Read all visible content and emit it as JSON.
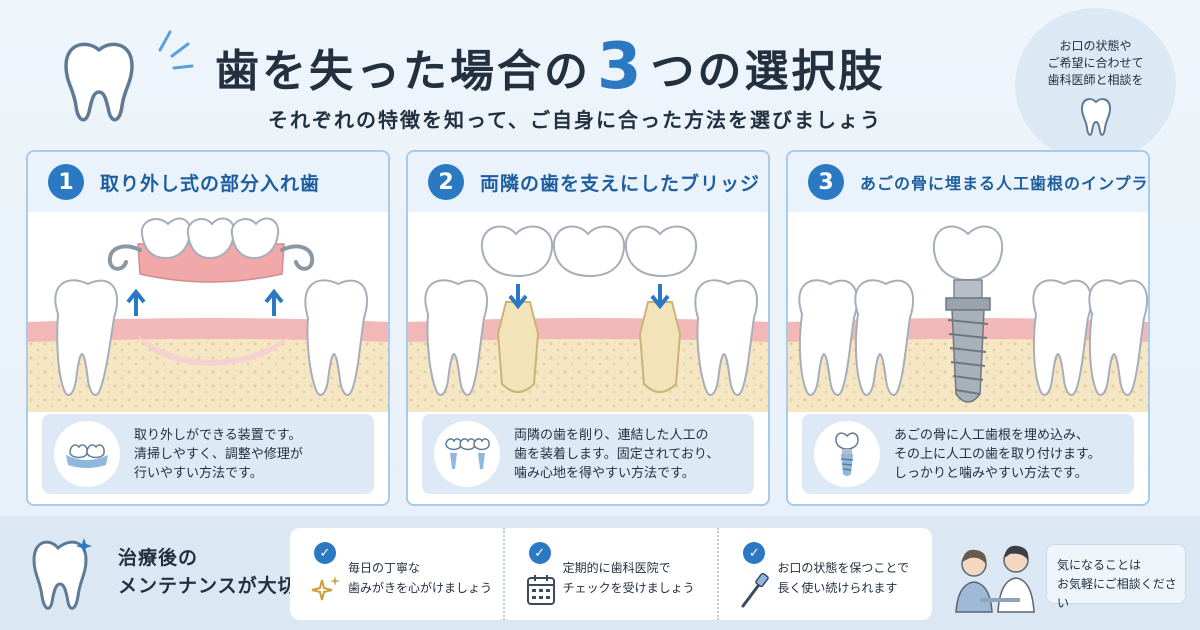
{
  "header": {
    "title_pre": "歯を失った場合の",
    "title_num": "3",
    "title_post": "つの選択肢",
    "subtitle": "それぞれの特徴を知って、ご自身に合った方法を選びましょう",
    "tooth_icon": "tooth-icon"
  },
  "bubble": {
    "line1": "お口の状態や",
    "line2": "ご希望に合わせて",
    "line3": "歯科医師と相談を"
  },
  "panels": [
    {
      "num": "1",
      "title": "取り外し式の部分入れ歯",
      "lines": [
        "取り外しができる装置です。",
        "清掃しやすく、調整や修理が",
        "行いやすい方法です。"
      ],
      "icon": "partial-denture-icon"
    },
    {
      "num": "2",
      "title": "両隣の歯を支えにしたブリッジ",
      "lines": [
        "両隣の歯を削り、連結した人工の",
        "歯を装着します。固定されており、",
        "噛み心地を得やすい方法です。"
      ],
      "icon": "bridge-icon"
    },
    {
      "num": "3",
      "title": "あごの骨に埋まる人工歯根のインプラント",
      "lines": [
        "あごの骨に人工歯根を埋め込み、",
        "その上に人工の歯を取り付けます。",
        "しっかりと噛みやすい方法です。"
      ],
      "icon": "implant-icon"
    }
  ],
  "maintenance": {
    "title_line1": "治療後の",
    "title_line2": "メンテナンスが大切",
    "tips": [
      {
        "line1": "毎日の丁寧な",
        "line2": "歯みがきを心がけましょう",
        "icon": "sparkle-icon"
      },
      {
        "line1": "定期的に歯科医院で",
        "line2": "チェックを受けましょう",
        "icon": "calendar-icon"
      },
      {
        "line1": "お口の状態を保つことで",
        "line2": "長く使い続けられます",
        "icon": "toothbrush-icon"
      }
    ],
    "check_mark": "✓"
  },
  "consult": {
    "line1": "気になることは",
    "line2": "お気軽にご相談ください"
  },
  "colors": {
    "accent": "#2b79c2",
    "panel_border": "#a9cbe8",
    "gum": "#f2b8b8",
    "bone": "#f5e6c4",
    "tooth": "#ffffff"
  }
}
